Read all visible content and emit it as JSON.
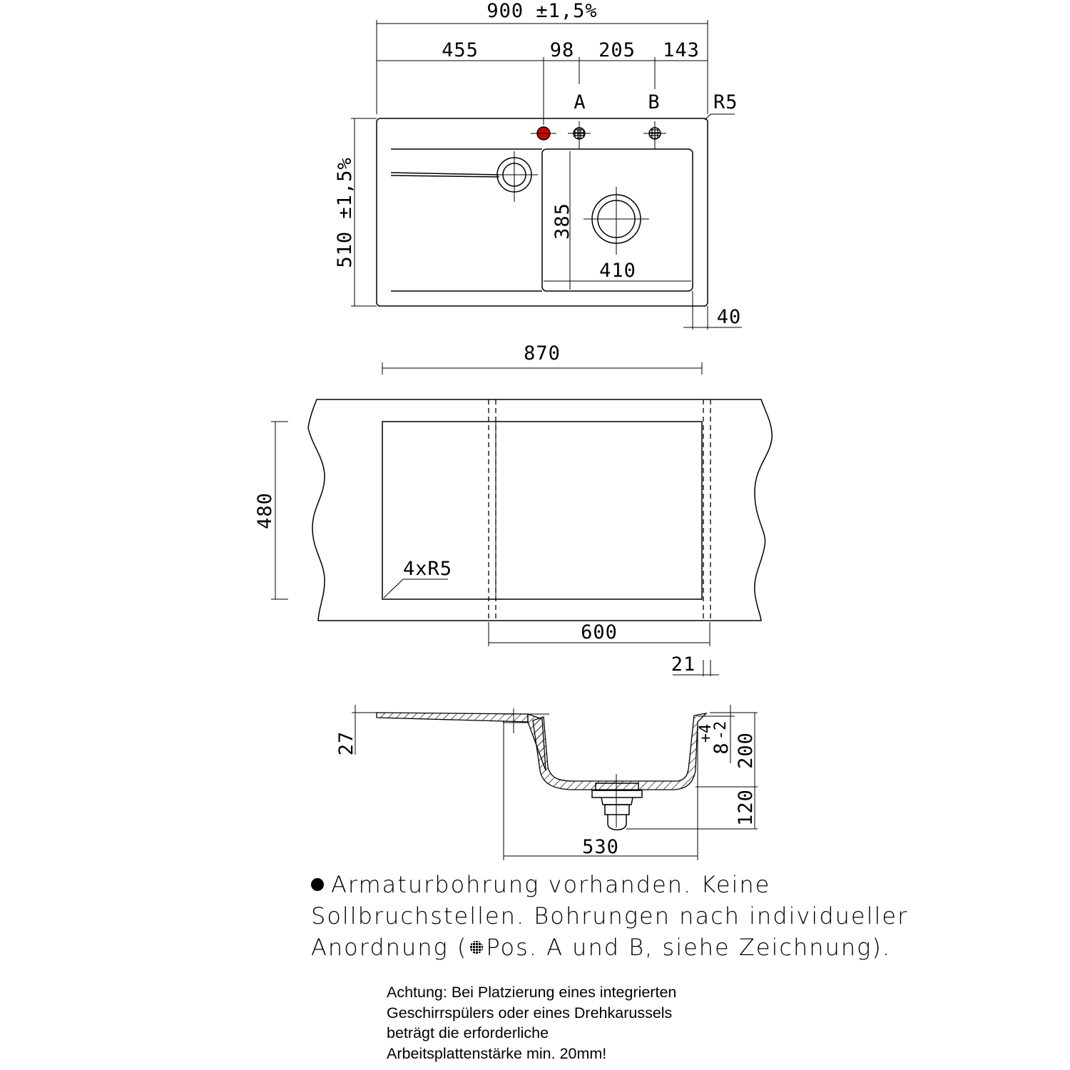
{
  "top_view": {
    "overall_width": "900 ±1,5%",
    "segment_1": "455",
    "segment_2": "98",
    "segment_3": "205",
    "segment_4": "143",
    "position_a": "A",
    "position_b": "B",
    "corner_radius": "R5",
    "overall_depth": "510 ±1,5%",
    "bowl_depth": "385",
    "bowl_width": "410",
    "rim_offset": "40",
    "tap_hole_color": "#cc0000"
  },
  "cutout_view": {
    "cutout_width": "870",
    "cutout_depth": "480",
    "corner_radii": "4xR5",
    "cabinet_width": "600",
    "edge_offset": "21"
  },
  "section_view": {
    "rim_height": "27",
    "flush_tolerance": "8",
    "tolerance_plus": "+4",
    "tolerance_minus": "-2",
    "bowl_height": "200",
    "drain_height": "120",
    "bowl_inner_width": "530"
  },
  "notes": {
    "tap_hole_line1": "Armaturbohrung vorhanden. Keine",
    "tap_hole_line2": "Sollbruchstellen. Bohrungen nach individueller",
    "tap_hole_line3a": "Anordnung (",
    "tap_hole_line3b": "Pos. A und B, siehe Zeichnung).",
    "warning_line1": "Achtung: Bei Platzierung eines integrierten",
    "warning_line2": "Geschirrspülers oder eines Drehkarussels",
    "warning_line3": "beträgt die erforderliche",
    "warning_line4": "Arbeitsplattenstärke min. 20mm!"
  }
}
